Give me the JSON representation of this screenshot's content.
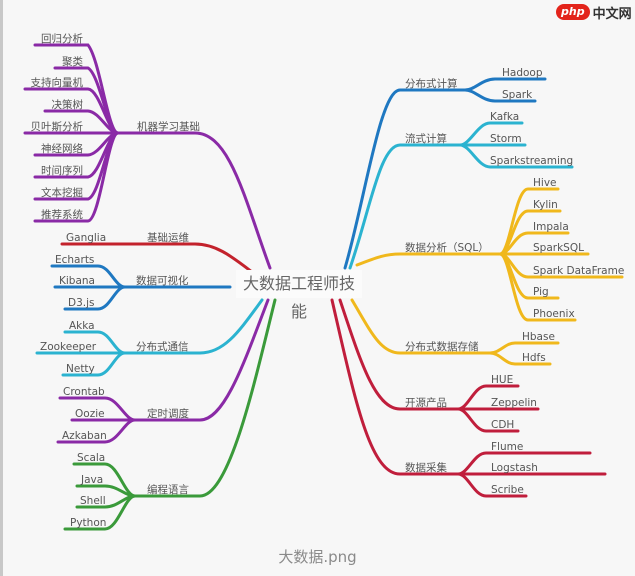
{
  "watermark": {
    "badge": "php",
    "text": "中文网"
  },
  "center": {
    "label": "大数据工程师技能"
  },
  "caption": "大数据.png",
  "colors": {
    "purple": "#8a2aa6",
    "red": "#c3222c",
    "blue": "#1f78c1",
    "cyan": "#2bb3d0",
    "green": "#3a9a3a",
    "yellow": "#f0b81c",
    "crimson": "#c01e3c"
  },
  "left": {
    "ml": {
      "label": "机器学习基础",
      "children": [
        "回归分析",
        "聚类",
        "支持向量机",
        "决策树",
        "贝叶斯分析",
        "神经网络",
        "时间序列",
        "文本挖掘",
        "推荐系统"
      ]
    },
    "ops": {
      "label": "基础运维",
      "children": [
        "Ganglia"
      ]
    },
    "viz": {
      "label": "数据可视化",
      "children": [
        "Echarts",
        "Kibana",
        "D3.js"
      ]
    },
    "comm": {
      "label": "分布式通信",
      "children": [
        "Akka",
        "Zookeeper",
        "Netty"
      ]
    },
    "sched": {
      "label": "定时调度",
      "children": [
        "Crontab",
        "Oozie",
        "Azkaban"
      ]
    },
    "lang": {
      "label": "编程语言",
      "children": [
        "Scala",
        "Java",
        "Shell",
        "Python"
      ]
    }
  },
  "right": {
    "dc": {
      "label": "分布式计算",
      "children": [
        "Hadoop",
        "Spark"
      ]
    },
    "stream": {
      "label": "流式计算",
      "children": [
        "Kafka",
        "Storm",
        "Sparkstreaming"
      ]
    },
    "sql": {
      "label": "数据分析（SQL）",
      "children": [
        "Hive",
        "Kylin",
        "Impala",
        "SparkSQL",
        "Spark DataFrame",
        "Pig",
        "Phoenix"
      ]
    },
    "store": {
      "label": "分布式数据存储",
      "children": [
        "Hbase",
        "Hdfs"
      ]
    },
    "oss": {
      "label": "开源产品",
      "children": [
        "HUE",
        "Zeppelin",
        "CDH"
      ]
    },
    "collect": {
      "label": "数据采集",
      "children": [
        "Flume",
        "Logstash",
        "Scribe"
      ]
    }
  }
}
